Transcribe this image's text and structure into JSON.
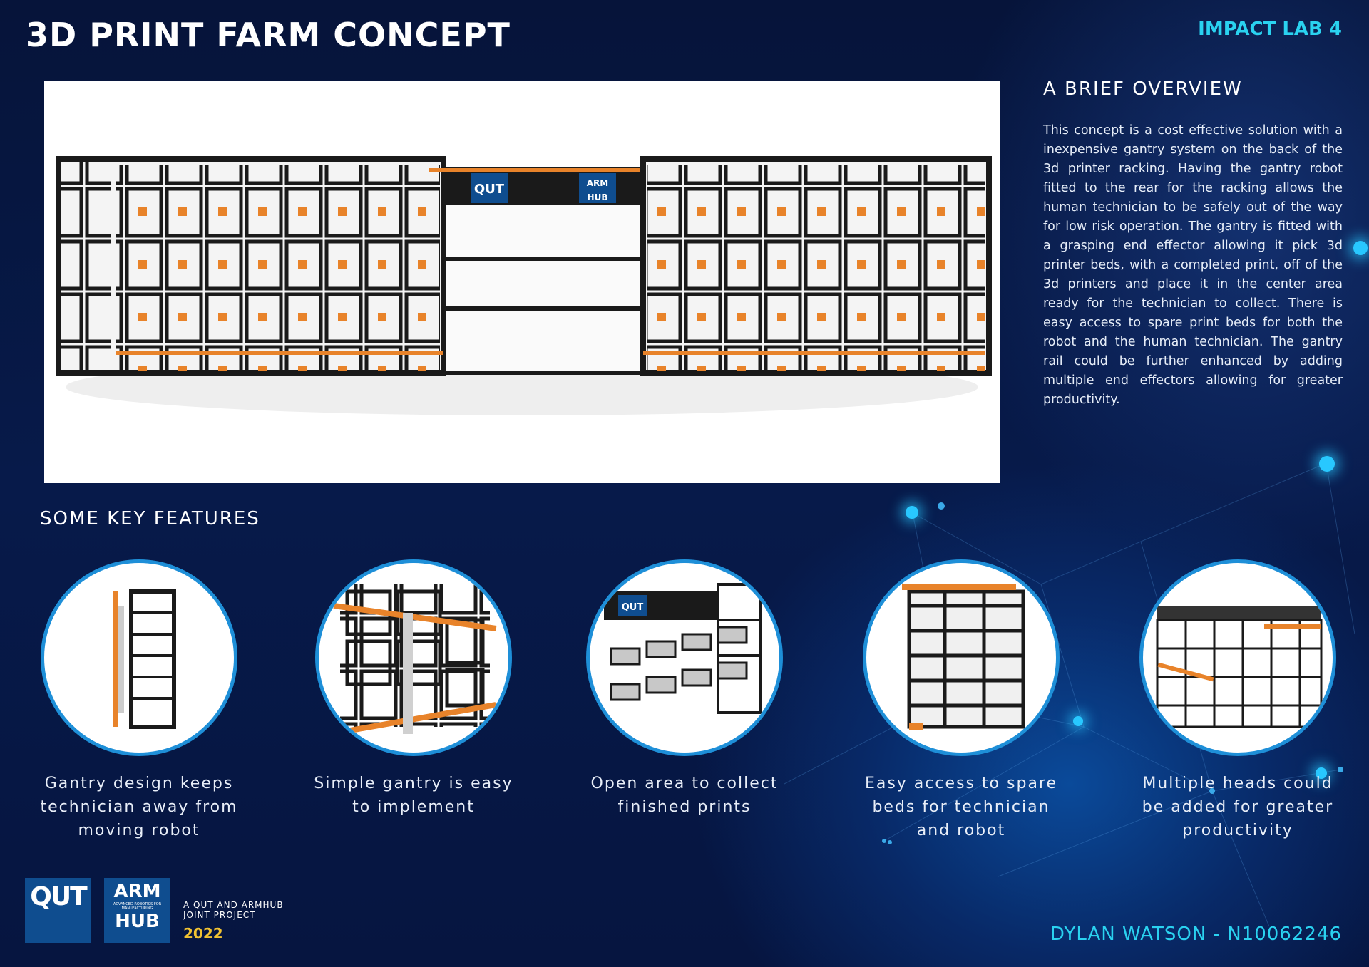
{
  "header": {
    "title": "3D PRINT FARM CONCEPT",
    "tag": "IMPACT LAB 4"
  },
  "overview": {
    "heading": "A BRIEF OVERVIEW",
    "body": "This concept is a cost effective solution with a inexpensive gantry system on the back of the 3d printer racking. Having the gantry robot fitted to the rear for the racking allows the human technician to be safely out of the way for low risk  operation. The gantry is fitted with a grasping end effector allowing it pick 3d printer beds, with a completed print, off of the 3d printers and place it in the center area ready for the technician to collect. There is easy access to spare print beds for both the robot and the human technician. The gantry rail could be further enhanced by adding multiple end effectors allowing for greater productivity."
  },
  "hero": {
    "logo_qut": "QUT",
    "logo_arm_top": "ARM",
    "logo_arm_bottom": "HUB"
  },
  "features": {
    "heading": "SOME KEY FEATURES",
    "items": [
      {
        "caption": "Gantry design keeps technician away from moving robot"
      },
      {
        "caption": "Simple gantry is easy to implement"
      },
      {
        "caption": "Open area to collect finished prints"
      },
      {
        "caption": "Easy access to spare beds for technician and robot"
      },
      {
        "caption": "Multiple heads could be added for greater productivity"
      }
    ]
  },
  "footer": {
    "qut_logo": "QUT",
    "arm_logo_top": "ARM",
    "arm_logo_mid": "ADVANCED ROBOTICS FOR MANUFACTURING",
    "arm_logo_bottom": "HUB",
    "joint_line1": "A QUT AND ARMHUB",
    "joint_line2": "JOINT PROJECT",
    "year": "2022",
    "author": "DYLAN WATSON - N10062246"
  },
  "colors": {
    "accent": "#2ad2f0",
    "year": "#f1c232",
    "circle_border": "#1e8fd8",
    "rack_orange": "#e8832a"
  }
}
